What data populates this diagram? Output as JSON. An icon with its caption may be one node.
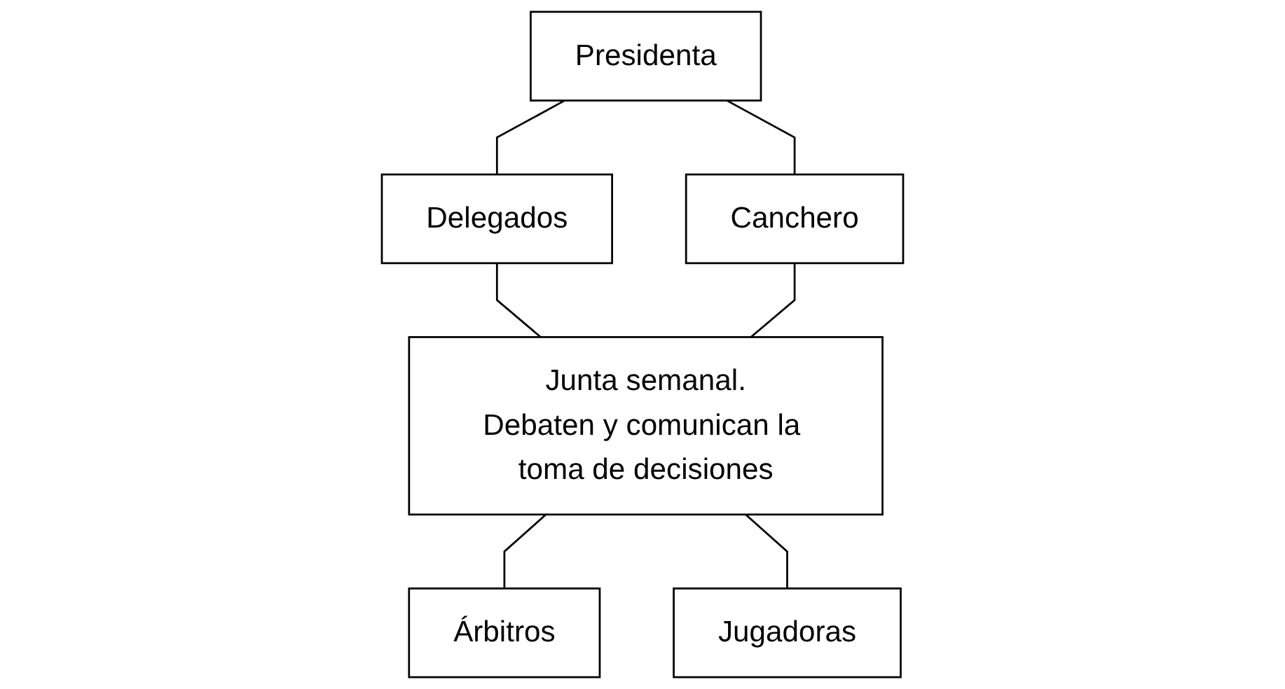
{
  "diagram": {
    "nodes": [
      {
        "text": [
          "Presidenta"
        ]
      },
      {
        "text": [
          "Delegados"
        ]
      },
      {
        "text": [
          "Canchero"
        ]
      },
      {
        "text": [
          "Junta semanal.",
          "Debaten y comunican la toma de decisiones"
        ]
      },
      {
        "text": [
          "Árbitros"
        ]
      },
      {
        "text": [
          "Jugadoras"
        ]
      }
    ],
    "edges": [
      {
        "from": 0,
        "to": 1,
        "arrow": "none"
      },
      {
        "from": 0,
        "to": 2,
        "arrow": "none"
      },
      {
        "from": 1,
        "to": 3,
        "arrow": "none"
      },
      {
        "from": 2,
        "to": 3,
        "arrow": "none"
      },
      {
        "from": 3,
        "to": 4,
        "arrow": "none"
      },
      {
        "from": 3,
        "to": 5,
        "arrow": "none"
      }
    ]
  }
}
